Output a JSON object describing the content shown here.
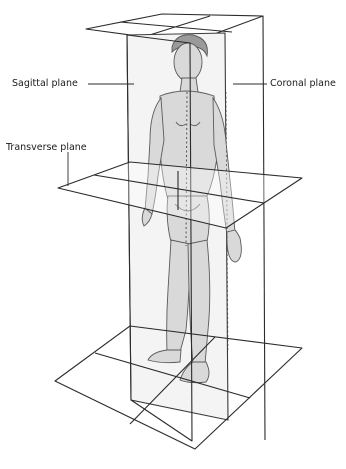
{
  "diagram": {
    "labels": {
      "sagittal": "Sagittal plane",
      "coronal": "Coronal plane",
      "transverse": "Transverse plane"
    }
  }
}
